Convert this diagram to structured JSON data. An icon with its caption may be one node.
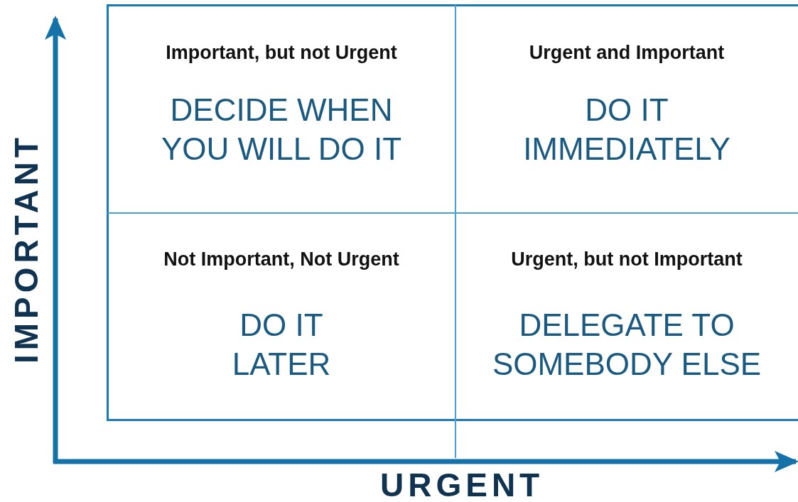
{
  "diagram": {
    "nodes": [
      {
        "text": [
          "Important, but not Urgent",
          "DECIDE WHEN YOU WILL DO IT"
        ]
      },
      {
        "text": [
          "Urgent and Important",
          "DO IT IMMEDIATELY"
        ]
      },
      {
        "text": [
          "Not Important, Not Urgent",
          "DO IT LATER"
        ]
      },
      {
        "text": [
          "Urgent, but not Important",
          "DELEGATE TO SOMEBODY ELSE"
        ]
      }
    ],
    "edges": [],
    "labels": [
      "IMPORTANT",
      "URGENT"
    ]
  }
}
